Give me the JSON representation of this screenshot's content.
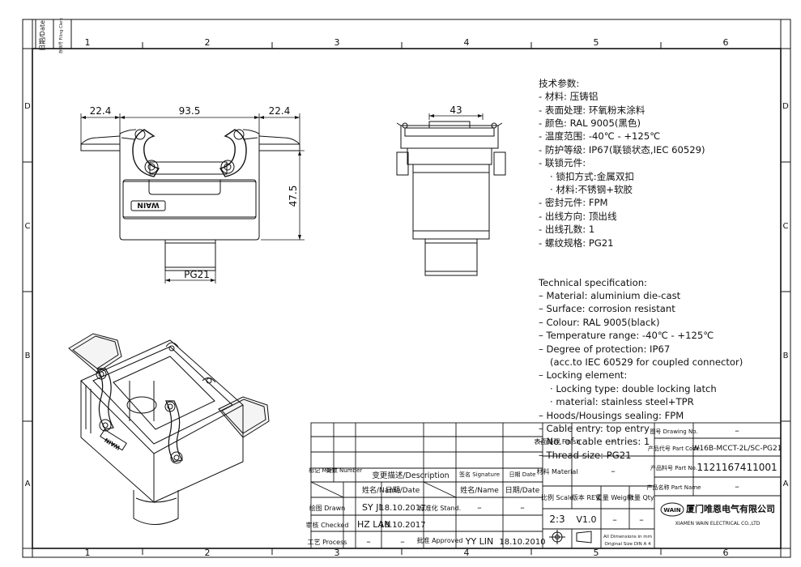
{
  "sheet": {
    "col_numbers": [
      "1",
      "2",
      "3",
      "4",
      "5",
      "6"
    ],
    "row_letters": [
      "D",
      "C",
      "B",
      "A"
    ],
    "corner_labels": {
      "date": "日期/Date",
      "filing": "存档号 Filing Clerk"
    }
  },
  "dimensions": {
    "left_flange": "22.4",
    "width": "93.5",
    "right_flange": "22.4",
    "height": "47.5",
    "side_width": "43",
    "thread": "PG21"
  },
  "product_logo": "WAIN",
  "specs_cn": [
    "技术参数:",
    "- 材料: 压铸铝",
    "- 表面处理: 环氧粉末涂料",
    "- 颜色: RAL 9005(黑色)",
    "- 温度范围: -40℃ - +125℃",
    "- 防护等级: IP67(联锁状态,IEC 60529)",
    "- 联锁元件:",
    "· 锁扣方式:金属双扣",
    "· 材料:不锈钢+软胶",
    "- 密封元件: FPM",
    "- 出线方向: 顶出线",
    "- 出线孔数: 1",
    "- 螺纹规格: PG21"
  ],
  "specs_en": [
    "Technical specification:",
    "– Material: aluminium die-cast",
    "– Surface: corrosion resistant",
    "– Colour: RAL 9005(black)",
    "– Temperature range: -40℃ - +125℃",
    "– Degree of protection: IP67",
    "(acc.to IEC 60529 for coupled connector)",
    "– Locking element:",
    "· Locking type: double locking latch",
    "· material: stainless steel+TPR",
    "– Hoods/Housings sealing: FPM",
    "– Cable entry: top entry",
    "– No. of cable entries: 1",
    "– Thread size: PG21"
  ],
  "title_block": {
    "revision": {
      "mark": "标记 Mark",
      "number": "处数 Number",
      "description": "变更描述/Description",
      "signature": "签名 Signature",
      "date": "日期 Date",
      "name_header": "姓名/Name",
      "date_header": "日期/Date",
      "name_header2": "姓名/Name",
      "date_header2": "日期/Date"
    },
    "drawn_label": "绘图 Drawn",
    "checked_label": "审核 Checked",
    "process_label": "工艺 Process",
    "stand_label": "标准化 Stand.",
    "approved_label": "批准 Approved",
    "drawn_name": "SY JI",
    "drawn_date": "18.10.2017",
    "checked_name": "HZ LAN",
    "checked_date": "18.10.2017",
    "process_name": "–",
    "process_date": "–",
    "stand_name": "–",
    "stand_date": "–",
    "approved_name": "YY LIN",
    "approved_date": "18.10.2010",
    "finish_label": "表面处理 Finish",
    "finish_value": "–",
    "material_label": "材料 Material",
    "material_value": "–",
    "scale_label": "比例 Scale",
    "rev_label": "版本 REV.",
    "weight_label": "重量 Weight",
    "qty_label": "数量 Qty.",
    "scale_value": "2:3",
    "rev_value": "V1.0",
    "weight_value": "–",
    "qty_value": "–",
    "dims_note1": "All Dimensions in mm",
    "dims_note2": "Original Size DIN A 4",
    "drawing_no_label": "图号 Drawing No.",
    "drawing_no_value": "–",
    "part_code_label": "产品代号 Part Code",
    "part_code_value": "W16B-MCCT-2L/SC-PG21",
    "part_no_label": "产品料号 Part No.",
    "part_no_value": "1121167411001",
    "part_name_label": "产品名称 Part Name",
    "part_name_value": "–",
    "company_cn": "厦门唯恩电气有限公司",
    "company_en": "XIAMEN WAIN ELECTRICAL CO.,LTD",
    "company_logo": "WAIN"
  }
}
